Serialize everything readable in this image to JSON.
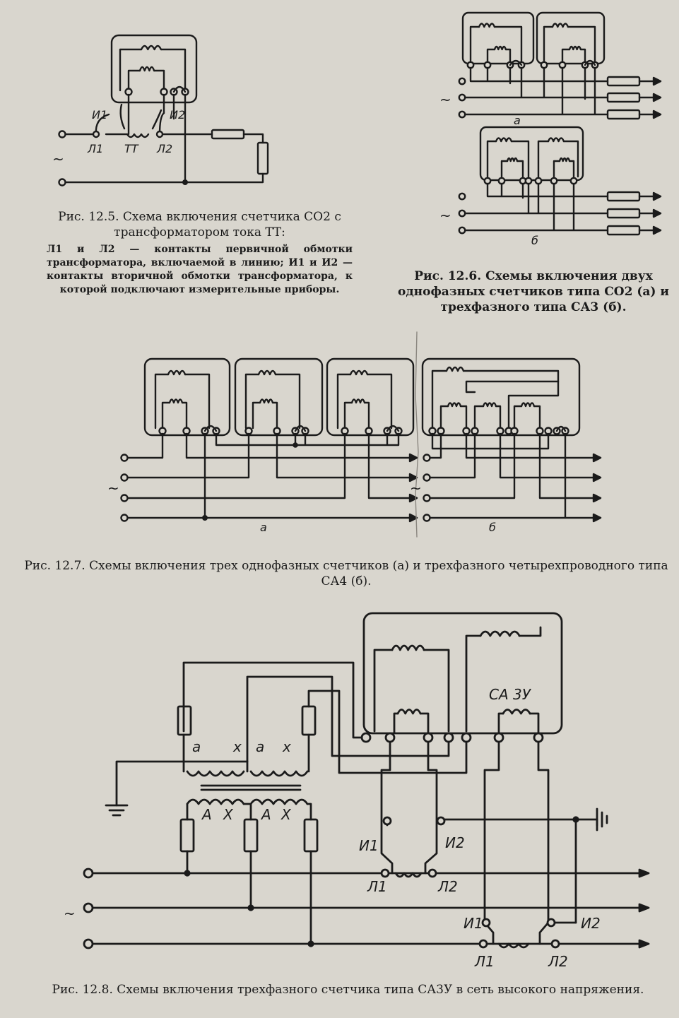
{
  "fig_12_5": {
    "caption": "Рис. 12.5. Схема включения счетчика СО2 с трансформатором тока ТТ:",
    "description": "Л1 и Л2 — контакты первичной обмотки трансформатора, включаемой в линию; И1 и И2 — контакты вторичной обмотки трансформатора, к которой подключают измерительные приборы.",
    "labels": {
      "i1": "И1",
      "i2": "И2",
      "l1": "Л1",
      "l2": "Л2",
      "tt": "ТТ",
      "ac": "~"
    }
  },
  "fig_12_6": {
    "caption": "Рис. 12.6. Схемы включения двух однофазных счетчиков типа СО2 (а) и трехфазного типа СА3 (б).",
    "labels": {
      "a": "а",
      "b": "б",
      "ac_a": "~",
      "ac_b": "~"
    }
  },
  "fig_12_7": {
    "caption": "Рис. 12.7. Схемы включения трех однофазных счетчиков (а) и трехфазного четырехпроводного типа СА4 (б).",
    "labels": {
      "a": "а",
      "b": "б",
      "ac_a": "~",
      "ac_b": "~"
    }
  },
  "fig_12_8": {
    "caption": "Рис. 12.8. Схемы включения трехфазного счетчика типа СА3У в сеть высокого напряжения.",
    "labels": {
      "meter": "СА 3У",
      "a1": "а",
      "x1": "х",
      "a2": "а",
      "x2": "х",
      "A1": "А",
      "X1": "Х",
      "A2": "А",
      "X2": "Х",
      "i1_top": "И1",
      "i2_top": "И2",
      "l1_top": "Л1",
      "l2_top": "Л2",
      "i1_bot": "И1",
      "i2_bot": "И2",
      "l1_bot": "Л1",
      "l2_bot": "Л2",
      "ac": "~"
    }
  }
}
